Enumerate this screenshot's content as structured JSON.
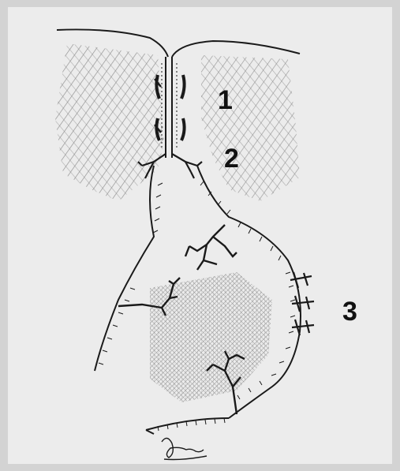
{
  "labels": {
    "label_1": "1",
    "label_2": "2",
    "label_3": "3"
  },
  "colors": {
    "background": "#d3d3d3",
    "paper": "#ececec",
    "ink": "#1a1a1a",
    "hatch": "#7a7a7a"
  }
}
